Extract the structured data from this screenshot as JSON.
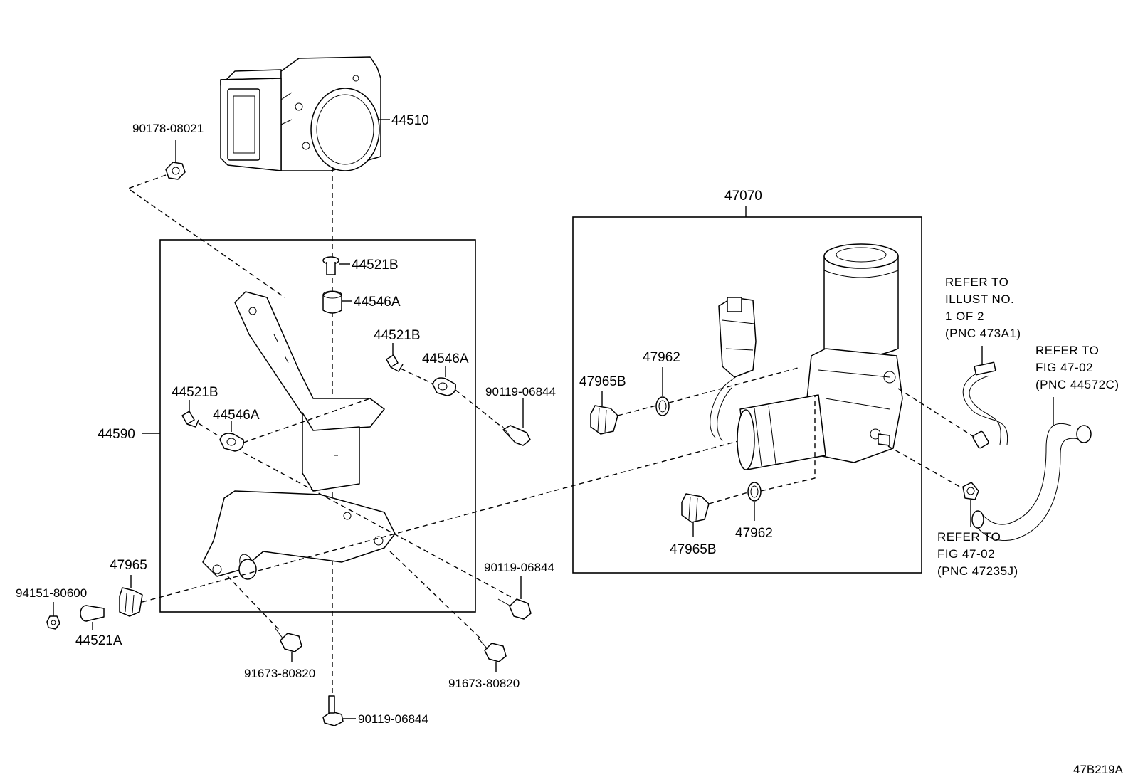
{
  "labels": {
    "p44510": "44510",
    "p90178": "90178-08021",
    "p44521B_1": "44521B",
    "p44546A_1": "44546A",
    "p44521B_2": "44521B",
    "p44546A_2": "44546A",
    "p44521B_3": "44521B",
    "p44546A_3": "44546A",
    "p44590": "44590",
    "p90119_1": "90119-06844",
    "p90119_2": "90119-06844",
    "p90119_3": "90119-06844",
    "p47965": "47965",
    "p94151": "94151-80600",
    "p44521A": "44521A",
    "p91673_1": "91673-80820",
    "p91673_2": "91673-80820",
    "p47070": "47070",
    "p47962_1": "47962",
    "p47965B_1": "47965B",
    "p47965B_2": "47965B",
    "p47962_2": "47962"
  },
  "refs": {
    "r1_l1": "REFER TO",
    "r1_l2": "ILLUST NO.",
    "r1_l3": "1 OF 2",
    "r1_l4": "(PNC 473A1)",
    "r2_l1": "REFER TO",
    "r2_l2": "FIG 47-02",
    "r2_l3": "(PNC 44572C)",
    "r3_l1": "REFER TO",
    "r3_l2": "FIG 47-02",
    "r3_l3": "(PNC 47235J)"
  },
  "figure_code": "47B219A"
}
